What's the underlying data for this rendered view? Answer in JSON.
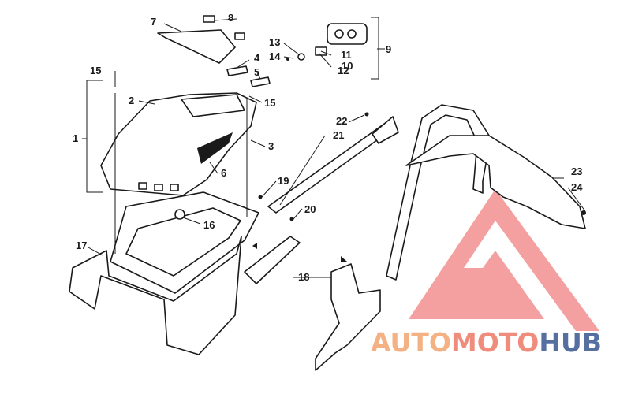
{
  "diagram": {
    "callouts": [
      {
        "id": "c1",
        "label": "1"
      },
      {
        "id": "c2",
        "label": "2"
      },
      {
        "id": "c3",
        "label": "3"
      },
      {
        "id": "c4",
        "label": "4"
      },
      {
        "id": "c5",
        "label": "5"
      },
      {
        "id": "c6",
        "label": "6"
      },
      {
        "id": "c7",
        "label": "7"
      },
      {
        "id": "c8",
        "label": "8"
      },
      {
        "id": "c9",
        "label": "9"
      },
      {
        "id": "c10",
        "label": "10"
      },
      {
        "id": "c11",
        "label": "11"
      },
      {
        "id": "c12",
        "label": "12"
      },
      {
        "id": "c13",
        "label": "13"
      },
      {
        "id": "c14",
        "label": "14"
      },
      {
        "id": "c15a",
        "label": "15"
      },
      {
        "id": "c15b",
        "label": "15"
      },
      {
        "id": "c16",
        "label": "16"
      },
      {
        "id": "c17",
        "label": "17"
      },
      {
        "id": "c18",
        "label": "18"
      },
      {
        "id": "c19",
        "label": "19"
      },
      {
        "id": "c20",
        "label": "20"
      },
      {
        "id": "c21",
        "label": "21"
      },
      {
        "id": "c22",
        "label": "22"
      },
      {
        "id": "c23",
        "label": "23"
      },
      {
        "id": "c24",
        "label": "24"
      }
    ]
  },
  "watermark": {
    "part1": "AUTO",
    "part2": "MOTO",
    "part3": "HUB",
    "colors": {
      "auto": "#f4b183",
      "moto": "#f08c7c",
      "hub": "#556fa0",
      "triangle": "#f08080"
    }
  }
}
